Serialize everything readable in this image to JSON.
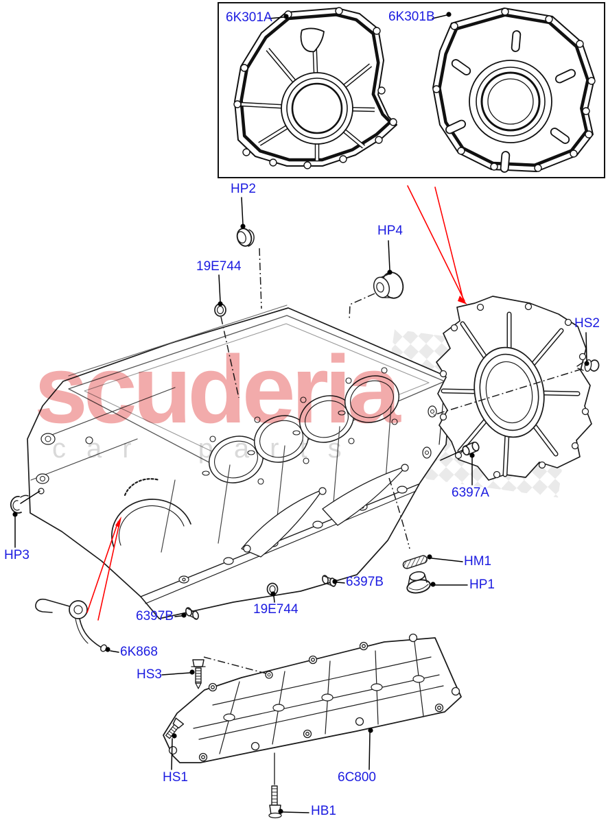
{
  "diagram": {
    "watermark": {
      "brand": "scuderia",
      "tagline": "car parts"
    },
    "colors": {
      "label_blue": "#1b1be0",
      "line_black": "#1b1b1b",
      "pointer_red": "#ff0000",
      "watermark_pink": "#f2abab",
      "watermark_gray": "#d9d9d9",
      "background": "#ffffff"
    },
    "labels": [
      {
        "id": "6K301A",
        "text": "6K301A"
      },
      {
        "id": "6K301B",
        "text": "6K301B"
      },
      {
        "id": "HP2",
        "text": "HP2"
      },
      {
        "id": "19E744-1",
        "text": "19E744"
      },
      {
        "id": "HP4",
        "text": "HP4"
      },
      {
        "id": "HS2",
        "text": "HS2"
      },
      {
        "id": "HP3",
        "text": "HP3"
      },
      {
        "id": "6397A",
        "text": "6397A"
      },
      {
        "id": "HM1",
        "text": "HM1"
      },
      {
        "id": "HP1",
        "text": "HP1"
      },
      {
        "id": "6397B-1",
        "text": "6397B"
      },
      {
        "id": "19E744-2",
        "text": "19E744"
      },
      {
        "id": "6397B-2",
        "text": "6397B"
      },
      {
        "id": "6K868",
        "text": "6K868"
      },
      {
        "id": "HS3",
        "text": "HS3"
      },
      {
        "id": "HS1",
        "text": "HS1"
      },
      {
        "id": "6C800",
        "text": "6C800"
      },
      {
        "id": "HB1",
        "text": "HB1"
      }
    ]
  }
}
